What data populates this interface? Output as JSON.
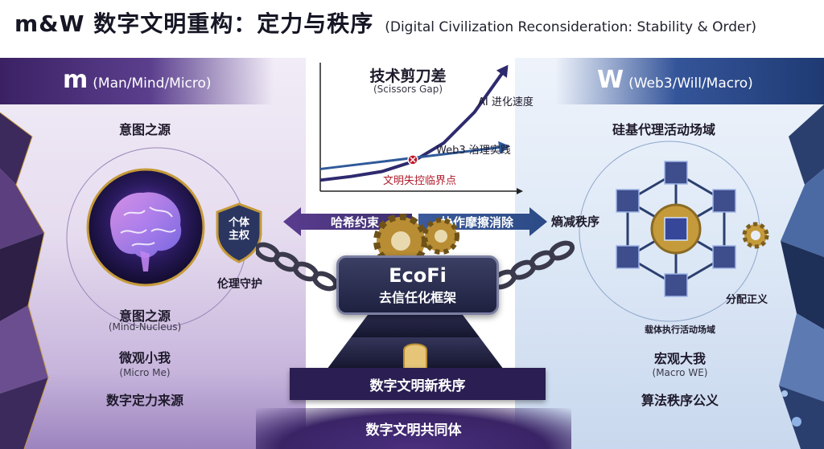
{
  "title": {
    "main": "m&W 数字文明重构：定力与秩序",
    "sub": "(Digital Civilization Reconsideration: Stability & Order)"
  },
  "left": {
    "band_letter": "m",
    "band_text": "(Man/Mind/Micro)",
    "source_of_intent": "意图之源",
    "core_label": "意图之源",
    "core_sub": "(Mind-Nucleus)",
    "micro_me": "微观小我",
    "micro_me_sub": "(Micro Me)",
    "stability_source": "数字定力来源",
    "shield_text": "个体\n主权",
    "ethics": "伦理守护"
  },
  "right": {
    "band_letter": "W",
    "band_text": "(Web3/Will/Macro)",
    "activity_field": "硅基代理活动场域",
    "distribution": "分配正义",
    "carrier": "载体执行活动场域",
    "macro_we": "宏观大我",
    "macro_we_sub": "(Macro WE)",
    "algo_order": "算法秩序公义"
  },
  "chart": {
    "title": "技术剪刀差",
    "subtitle": "(Scissors Gap)",
    "ai_line": "AI 进化速度",
    "web3_line": "Web3 治理实践",
    "critical": "文明失控临界点"
  },
  "center": {
    "left_arrow": "哈希约束",
    "right_arrow": "协作摩擦消除",
    "entropy": "熵减秩序",
    "ecofi": "EcoFi",
    "ecofi_sub": "去信任化框架",
    "new_order": "数字文明新秩序",
    "community": "数字文明共同体"
  },
  "chart_data": {
    "type": "line",
    "title": "技术剪刀差",
    "subtitle": "(Scissors Gap)",
    "series": [
      {
        "name": "AI 进化速度",
        "values": [
          5,
          8,
          12,
          20,
          35,
          60,
          95
        ],
        "color": "#2e2a6e"
      },
      {
        "name": "Web3 治理实践",
        "values": [
          14,
          17,
          20,
          23,
          26,
          29,
          32
        ],
        "color": "#2f5a9a"
      }
    ],
    "x": [
      0,
      1,
      2,
      3,
      4,
      5,
      6
    ],
    "xlabel": "",
    "ylabel": "",
    "ylim": [
      0,
      100
    ],
    "annotation": "文明失控临界点",
    "critical_x": 3
  },
  "colors": {
    "left_dark": "#3b2164",
    "right_dark": "#1f3a73",
    "ai_line": "#2e2a6e",
    "web3_line": "#2f5a9a",
    "critical": "#c0182b",
    "gold": "#c59a3a"
  },
  "icons": [
    "brain-icon",
    "shield-icon",
    "gear-icon",
    "cube-network-icon",
    "chain-icon"
  ]
}
